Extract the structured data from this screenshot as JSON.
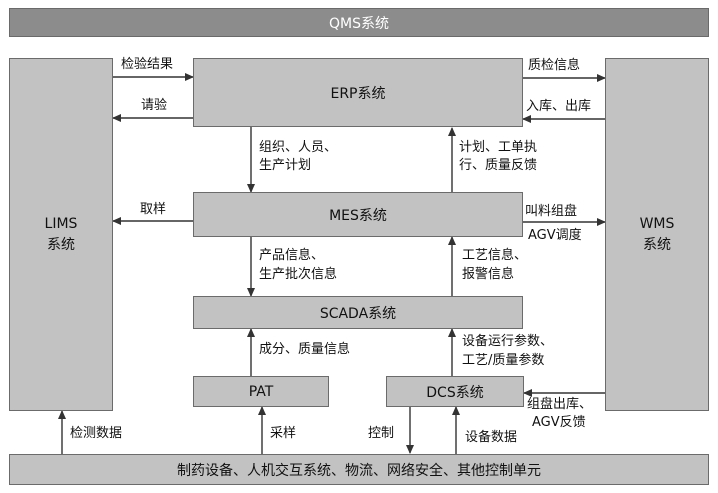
{
  "boxes": {
    "qms": "QMS系统",
    "lims_line1": "LIMS",
    "lims_line2": "系统",
    "erp": "ERP系统",
    "mes": "MES系统",
    "scada": "SCADA系统",
    "pat": "PAT",
    "dcs": "DCS系统",
    "wms_line1": "WMS",
    "wms_line2": "系统",
    "bottom": "制药设备、人机交互系统、物流、网络安全、其他控制单元"
  },
  "labels": {
    "inspection_result": "检验结果",
    "inspection_request": "请验",
    "sampling_take": "取样",
    "detection_data": "检测数据",
    "quality_info_wms": "质检信息",
    "in_out_storage": "入库、出库",
    "org_line1": "组织、人员、",
    "org_line2": "生产计划",
    "plan_line1": "计划、工单执",
    "plan_line2": "行、质量反馈",
    "call_material_line1": "叫料组盘",
    "call_material_line2": "AGV调度",
    "product_line1": "产品信息、",
    "product_line2": "生产批次信息",
    "process_line1": "工艺信息、",
    "process_line2": "报警信息",
    "composition": "成分、质量信息",
    "params_line1": "设备运行参数、",
    "params_line2": "工艺/质量参数",
    "pallet_line1": "组盘出库、",
    "pallet_line2": "AGV反馈",
    "sampling": "采样",
    "control": "控制",
    "equipment_data": "设备数据"
  }
}
